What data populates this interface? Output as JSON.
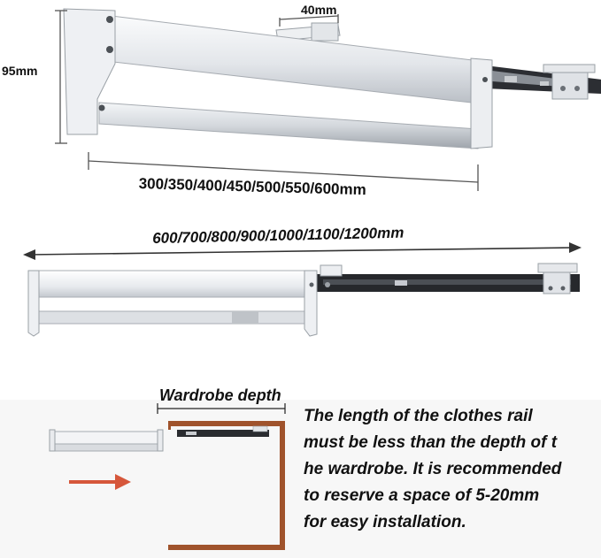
{
  "dimensions": {
    "top_width": "40mm",
    "height": "95mm",
    "rail_lengths": "300/350/400/450/500/550/600mm",
    "extended_lengths": "600/700/800/900/1000/1100/1200mm"
  },
  "diagram": {
    "depth_label": "Wardrobe depth",
    "note_lines": [
      "The length of the clothes rail",
      "must be less than the depth of t",
      "he wardrobe. It is recommended",
      "to reserve a space of 5-20mm",
      "for easy installation."
    ]
  },
  "colors": {
    "wardrobe_wood": "#a0532c",
    "arrow": "#d6573b",
    "aluminum": "#e9ecef",
    "slide_rail": "#2a2c30"
  }
}
